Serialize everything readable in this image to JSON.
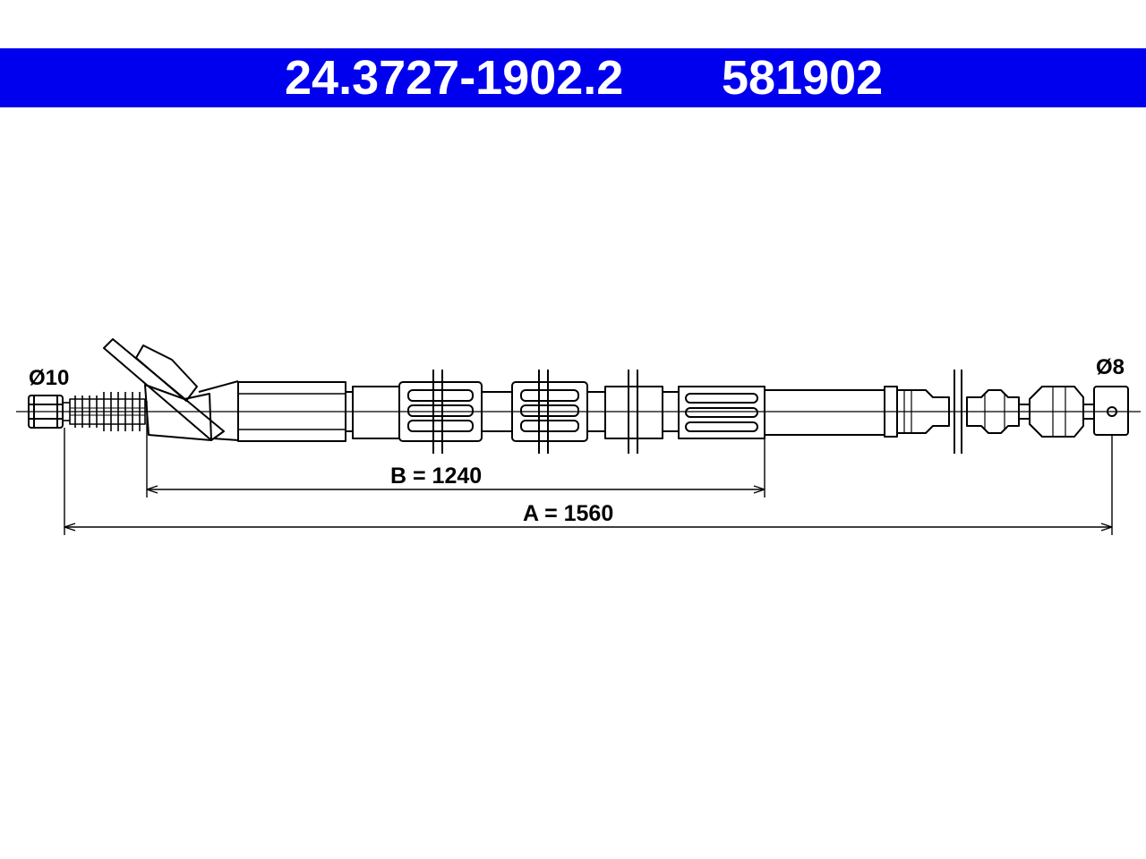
{
  "header": {
    "part_number": "24.3727-1902.2",
    "reference_number": "581902",
    "background_color": "#0000ee",
    "text_color": "#ffffff"
  },
  "drawing": {
    "left_end_label": "Ø10",
    "right_end_label": "Ø8",
    "dimension_b": "B = 1240",
    "dimension_a": "A = 1560",
    "line_color": "#000000"
  }
}
